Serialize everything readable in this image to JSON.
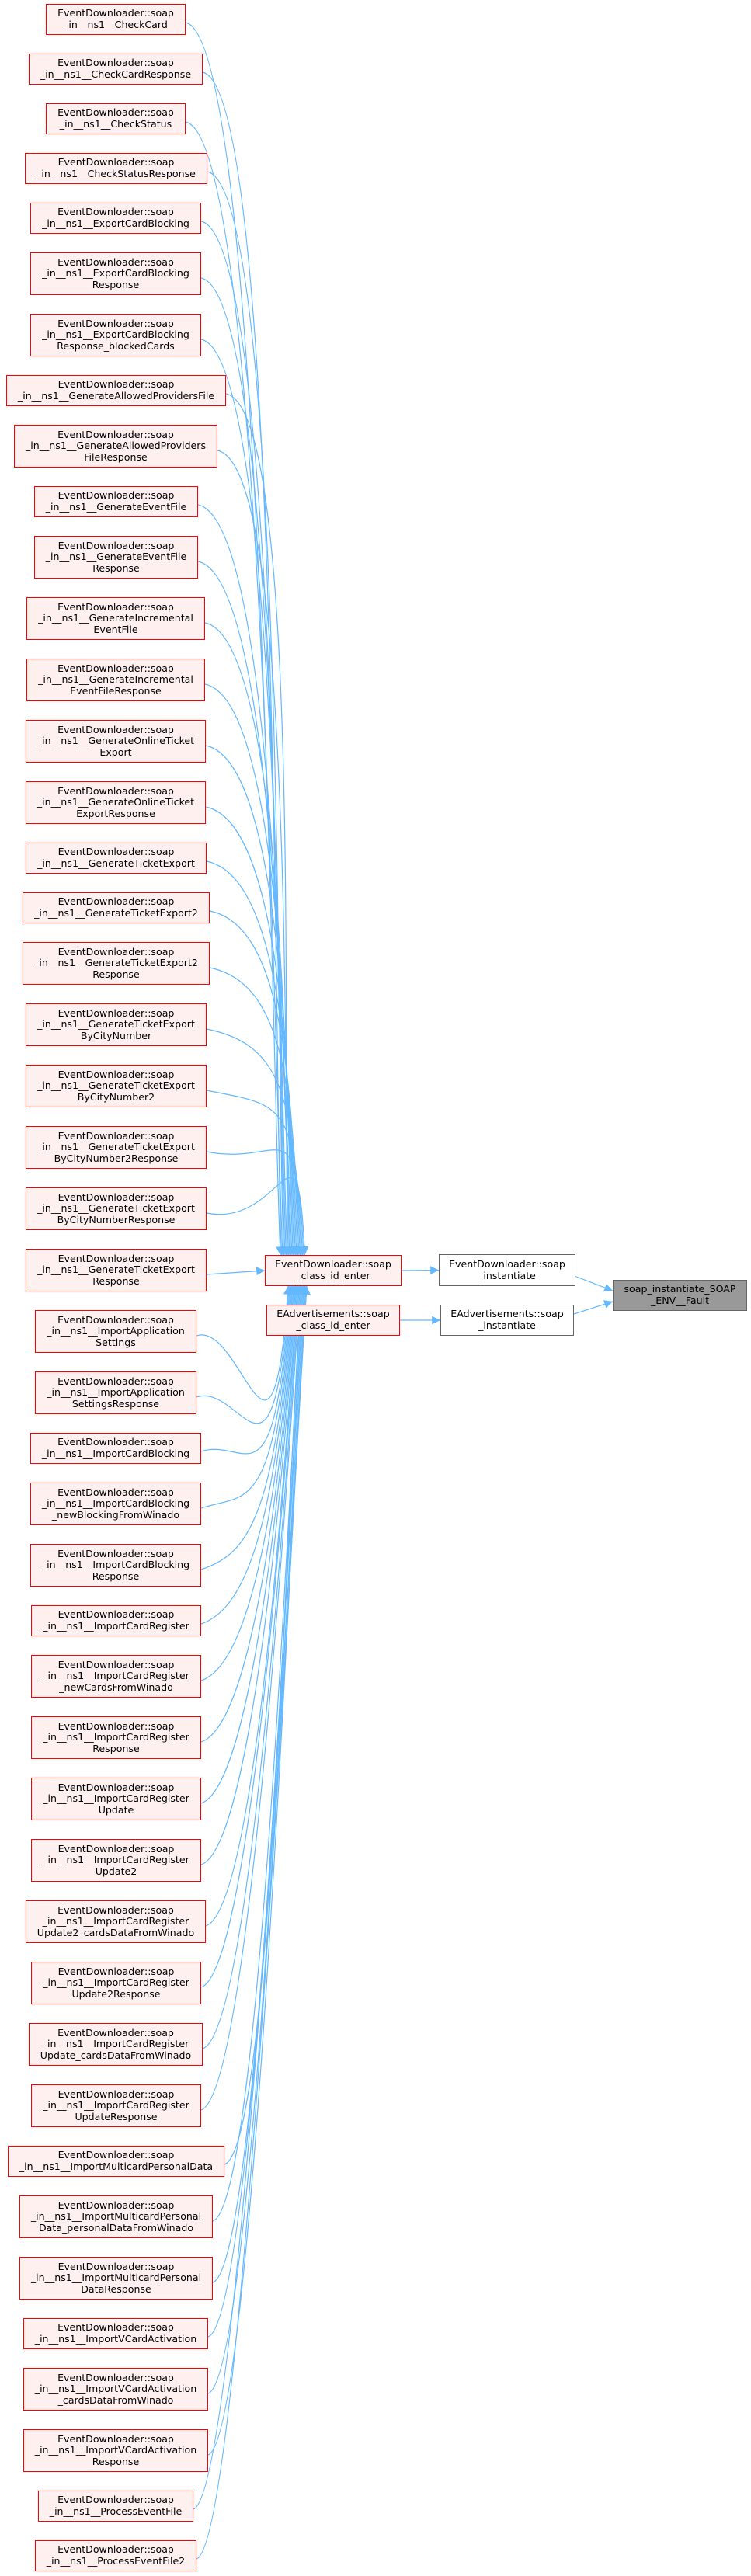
{
  "diagram": {
    "type": "call-graph",
    "edge_color": "#63b8ff",
    "colors": {
      "caller_fill": "#fff0f0",
      "caller_border": "#ff0000",
      "mid_fill": "#ffffff",
      "mid_border": "#666666",
      "target_fill": "#999999"
    },
    "target": {
      "id": "target",
      "lines": [
        "soap_instantiate_SOAP",
        "_ENV__Fault"
      ]
    },
    "instantiators": [
      {
        "id": "ed-inst",
        "lines": [
          "EventDownloader::soap",
          "_instantiate"
        ]
      },
      {
        "id": "ea-inst",
        "lines": [
          "EAdvertisements::soap",
          "_instantiate"
        ]
      }
    ],
    "class_id_enter": [
      {
        "id": "ed-cie",
        "lines": [
          "EventDownloader::soap",
          "_class_id_enter"
        ],
        "calls": "ed-inst"
      },
      {
        "id": "ea-cie",
        "lines": [
          "EAdvertisements::soap",
          "_class_id_enter"
        ],
        "calls": "ea-inst"
      }
    ],
    "callers": [
      {
        "lines": [
          "EventDownloader::soap",
          "_in__ns1__CheckCard"
        ]
      },
      {
        "lines": [
          "EventDownloader::soap",
          "_in__ns1__CheckCardResponse"
        ]
      },
      {
        "lines": [
          "EventDownloader::soap",
          "_in__ns1__CheckStatus"
        ]
      },
      {
        "lines": [
          "EventDownloader::soap",
          "_in__ns1__CheckStatusResponse"
        ]
      },
      {
        "lines": [
          "EventDownloader::soap",
          "_in__ns1__ExportCardBlocking"
        ]
      },
      {
        "lines": [
          "EventDownloader::soap",
          "_in__ns1__ExportCardBlocking",
          "Response"
        ]
      },
      {
        "lines": [
          "EventDownloader::soap",
          "_in__ns1__ExportCardBlocking",
          "Response_blockedCards"
        ]
      },
      {
        "lines": [
          "EventDownloader::soap",
          "_in__ns1__GenerateAllowedProvidersFile"
        ]
      },
      {
        "lines": [
          "EventDownloader::soap",
          "_in__ns1__GenerateAllowedProviders",
          "FileResponse"
        ]
      },
      {
        "lines": [
          "EventDownloader::soap",
          "_in__ns1__GenerateEventFile"
        ]
      },
      {
        "lines": [
          "EventDownloader::soap",
          "_in__ns1__GenerateEventFile",
          "Response"
        ]
      },
      {
        "lines": [
          "EventDownloader::soap",
          "_in__ns1__GenerateIncremental",
          "EventFile"
        ]
      },
      {
        "lines": [
          "EventDownloader::soap",
          "_in__ns1__GenerateIncremental",
          "EventFileResponse"
        ]
      },
      {
        "lines": [
          "EventDownloader::soap",
          "_in__ns1__GenerateOnlineTicket",
          "Export"
        ]
      },
      {
        "lines": [
          "EventDownloader::soap",
          "_in__ns1__GenerateOnlineTicket",
          "ExportResponse"
        ]
      },
      {
        "lines": [
          "EventDownloader::soap",
          "_in__ns1__GenerateTicketExport"
        ]
      },
      {
        "lines": [
          "EventDownloader::soap",
          "_in__ns1__GenerateTicketExport2"
        ]
      },
      {
        "lines": [
          "EventDownloader::soap",
          "_in__ns1__GenerateTicketExport2",
          "Response"
        ]
      },
      {
        "lines": [
          "EventDownloader::soap",
          "_in__ns1__GenerateTicketExport",
          "ByCityNumber"
        ]
      },
      {
        "lines": [
          "EventDownloader::soap",
          "_in__ns1__GenerateTicketExport",
          "ByCityNumber2"
        ]
      },
      {
        "lines": [
          "EventDownloader::soap",
          "_in__ns1__GenerateTicketExport",
          "ByCityNumber2Response"
        ]
      },
      {
        "lines": [
          "EventDownloader::soap",
          "_in__ns1__GenerateTicketExport",
          "ByCityNumberResponse"
        ]
      },
      {
        "lines": [
          "EventDownloader::soap",
          "_in__ns1__GenerateTicketExport",
          "Response"
        ]
      },
      {
        "lines": [
          "EventDownloader::soap",
          "_in__ns1__ImportApplication",
          "Settings"
        ]
      },
      {
        "lines": [
          "EventDownloader::soap",
          "_in__ns1__ImportApplication",
          "SettingsResponse"
        ]
      },
      {
        "lines": [
          "EventDownloader::soap",
          "_in__ns1__ImportCardBlocking"
        ]
      },
      {
        "lines": [
          "EventDownloader::soap",
          "_in__ns1__ImportCardBlocking",
          "_newBlockingFromWinado"
        ]
      },
      {
        "lines": [
          "EventDownloader::soap",
          "_in__ns1__ImportCardBlocking",
          "Response"
        ]
      },
      {
        "lines": [
          "EventDownloader::soap",
          "_in__ns1__ImportCardRegister"
        ]
      },
      {
        "lines": [
          "EventDownloader::soap",
          "_in__ns1__ImportCardRegister",
          "_newCardsFromWinado"
        ]
      },
      {
        "lines": [
          "EventDownloader::soap",
          "_in__ns1__ImportCardRegister",
          "Response"
        ]
      },
      {
        "lines": [
          "EventDownloader::soap",
          "_in__ns1__ImportCardRegister",
          "Update"
        ]
      },
      {
        "lines": [
          "EventDownloader::soap",
          "_in__ns1__ImportCardRegister",
          "Update2"
        ]
      },
      {
        "lines": [
          "EventDownloader::soap",
          "_in__ns1__ImportCardRegister",
          "Update2_cardsDataFromWinado"
        ]
      },
      {
        "lines": [
          "EventDownloader::soap",
          "_in__ns1__ImportCardRegister",
          "Update2Response"
        ]
      },
      {
        "lines": [
          "EventDownloader::soap",
          "_in__ns1__ImportCardRegister",
          "Update_cardsDataFromWinado"
        ]
      },
      {
        "lines": [
          "EventDownloader::soap",
          "_in__ns1__ImportCardRegister",
          "UpdateResponse"
        ]
      },
      {
        "lines": [
          "EventDownloader::soap",
          "_in__ns1__ImportMulticardPersonalData"
        ]
      },
      {
        "lines": [
          "EventDownloader::soap",
          "_in__ns1__ImportMulticardPersonal",
          "Data_personalDataFromWinado"
        ]
      },
      {
        "lines": [
          "EventDownloader::soap",
          "_in__ns1__ImportMulticardPersonal",
          "DataResponse"
        ]
      },
      {
        "lines": [
          "EventDownloader::soap",
          "_in__ns1__ImportVCardActivation"
        ]
      },
      {
        "lines": [
          "EventDownloader::soap",
          "_in__ns1__ImportVCardActivation",
          "_cardsDataFromWinado"
        ]
      },
      {
        "lines": [
          "EventDownloader::soap",
          "_in__ns1__ImportVCardActivation",
          "Response"
        ]
      },
      {
        "lines": [
          "EventDownloader::soap",
          "_in__ns1__ProcessEventFile"
        ]
      },
      {
        "lines": [
          "EventDownloader::soap",
          "_in__ns1__ProcessEventFile2"
        ]
      }
    ]
  }
}
